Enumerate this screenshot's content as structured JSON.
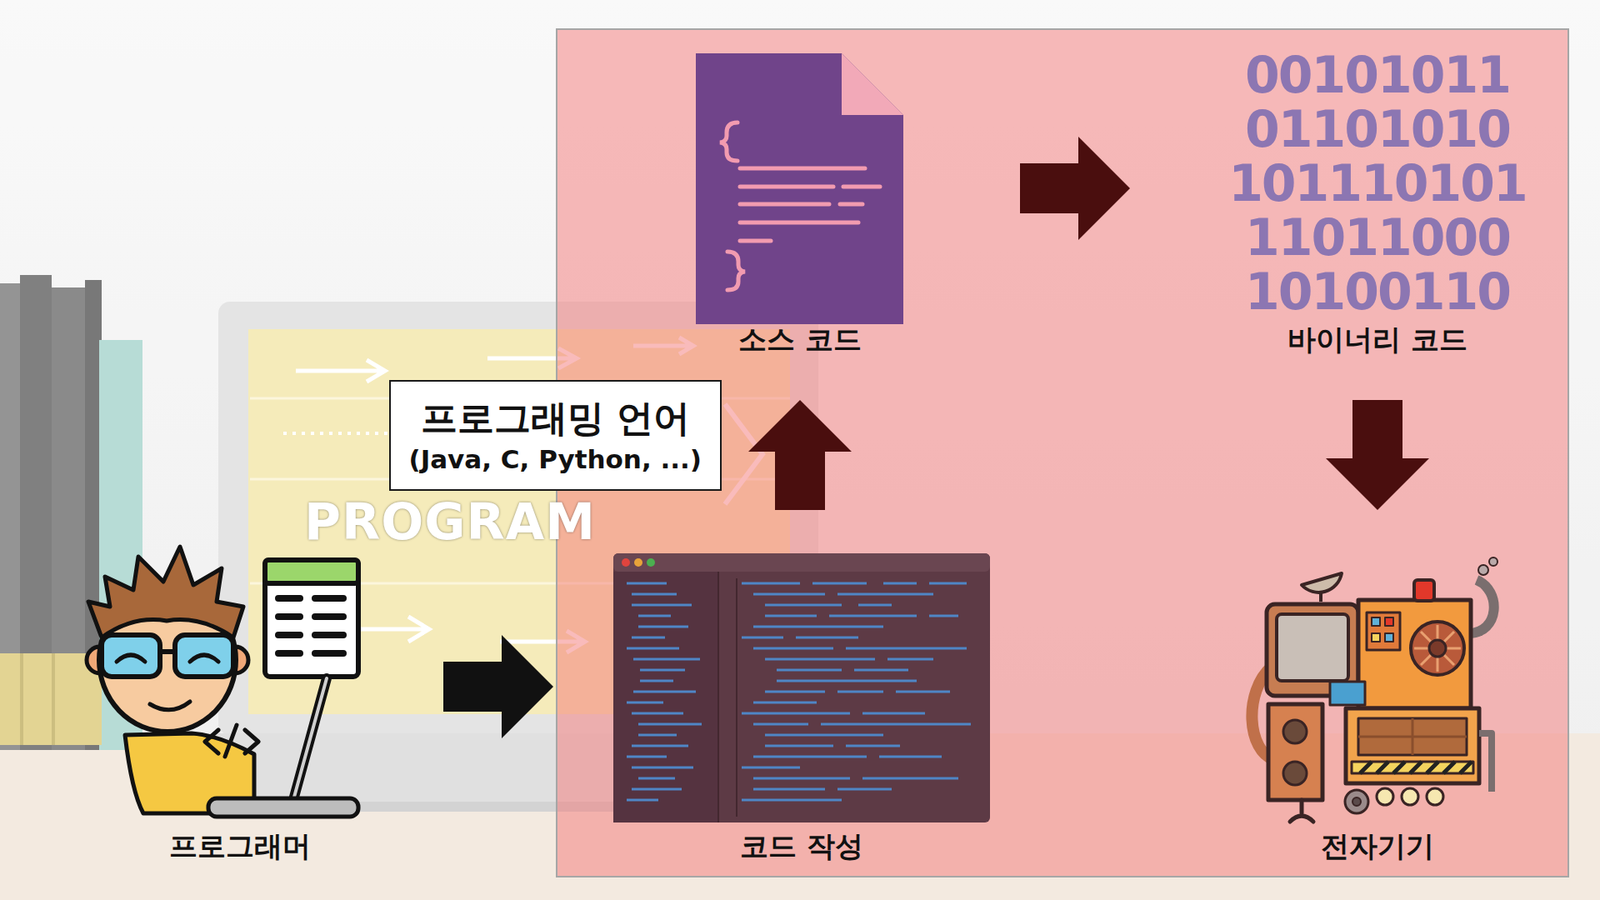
{
  "diagram": {
    "nodes": [
      {
        "text": [
          "프로그래머"
        ]
      },
      {
        "text": [
          "프로그래밍 언어",
          "(Java, C, Python, ...)"
        ]
      },
      {
        "text": [
          "코드 작성"
        ]
      },
      {
        "text": [
          "소스 코드"
        ]
      },
      {
        "text": [
          "바이너리 코드"
        ]
      },
      {
        "text": [
          "전자기기"
        ]
      }
    ],
    "edges": [
      {
        "from": 0,
        "to": 2,
        "arrow": "to"
      },
      {
        "from": 2,
        "to": 3,
        "arrow": "to"
      },
      {
        "from": 3,
        "to": 4,
        "arrow": "to"
      },
      {
        "from": 4,
        "to": 5,
        "arrow": "to"
      }
    ],
    "labels": [
      "00101011",
      "01101010",
      "101110101",
      "11011000",
      "10100110",
      "PROGRAM"
    ]
  }
}
